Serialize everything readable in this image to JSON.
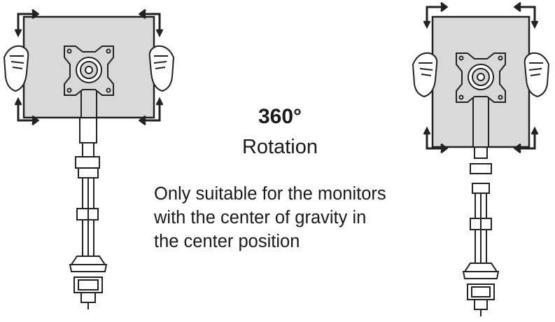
{
  "heading": {
    "degrees": "360°",
    "label": "Rotation"
  },
  "note": {
    "lines": [
      "Only suitable for the monitors",
      "with the center of gravity in",
      "the center position"
    ]
  },
  "colors": {
    "monitor_fill": "#d9d9d9",
    "line": "#222222",
    "background": "#ffffff"
  },
  "icons": [
    "rotate-arrow-icon",
    "hand-icon",
    "vesa-plate-icon",
    "desk-clamp-icon"
  ]
}
